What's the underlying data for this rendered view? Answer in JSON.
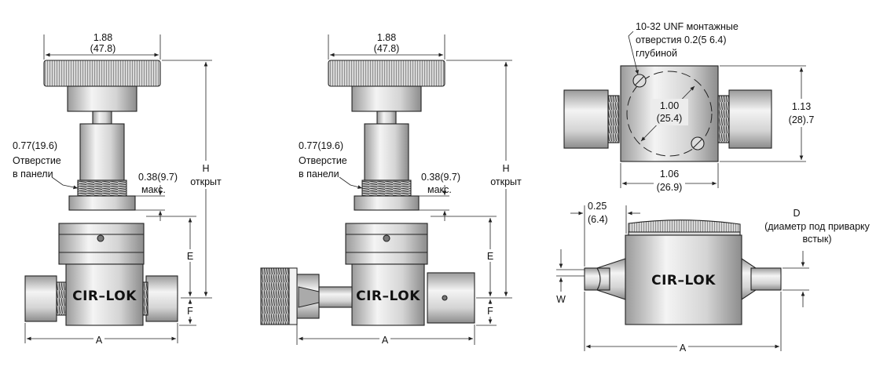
{
  "views": {
    "left": {
      "width_in": "1.88",
      "width_mm": "(47.8)",
      "panel_hole_value": "0.77(19.6)",
      "panel_hole_line1": "Отверстие",
      "panel_hole_line2": "в панели",
      "max_value": "0.38(9.7)",
      "max_label": "макс.",
      "h_label": "H",
      "h_sub": "открыт",
      "e_label": "E",
      "f_label": "F",
      "a_label": "A",
      "brand": "CIR–LOK"
    },
    "middle": {
      "width_in": "1.88",
      "width_mm": "(47.8)",
      "panel_hole_value": "0.77(19.6)",
      "panel_hole_line1": "Отверстие",
      "panel_hole_line2": "в панели",
      "max_value": "0.38(9.7)",
      "max_label": "макс.",
      "h_label": "H",
      "h_sub": "открыт",
      "e_label": "E",
      "f_label": "F",
      "a_label": "A",
      "brand": "CIR–LOK"
    },
    "top": {
      "mount_line1": "10-32 UNF монтажные",
      "mount_line2": "отверстия 0.2(5 6.4)",
      "mount_line3": "глубиной",
      "circle_in": "1.00",
      "circle_mm": "(25.4)",
      "height_in": "1.13",
      "height_mm": "(28).7",
      "width_in": "1.06",
      "width_mm": "(26.9)"
    },
    "weld": {
      "offset_in": "0.25",
      "offset_mm": "(6.4)",
      "d_label": "D",
      "d_line1": "(диаметр под приварку",
      "d_line2": "встык)",
      "w_label": "W",
      "a_label": "A",
      "brand": "CIR–LOK"
    }
  },
  "colors": {
    "line": "#222222",
    "metal_light": "#e8e8e8",
    "metal_mid": "#bdbdbd",
    "metal_dark": "#8a8a8a"
  }
}
